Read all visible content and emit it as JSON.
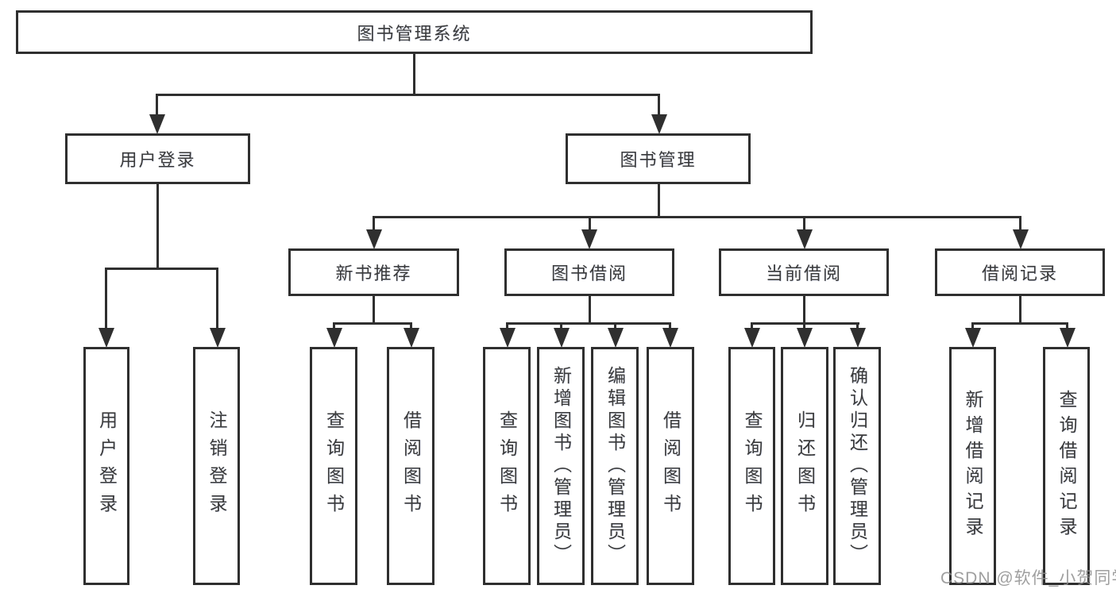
{
  "diagram": {
    "title": "图书管理系统",
    "nodes": {
      "root": {
        "label": "图书管理系统"
      },
      "user_login": {
        "label": "用户登录"
      },
      "book_management": {
        "label": "图书管理"
      },
      "new_book_recommend": {
        "label": "新书推荐"
      },
      "book_borrowing": {
        "label": "图书借阅"
      },
      "current_borrowing": {
        "label": "当前借阅"
      },
      "borrow_records": {
        "label": "借阅记录"
      },
      "leaf_user_login": {
        "label": "用户登录"
      },
      "leaf_logout": {
        "label": "注销登录"
      },
      "leaf_nb_query_books": {
        "label": "查询图书"
      },
      "leaf_nb_borrow_books": {
        "label": "借阅图书"
      },
      "leaf_bb_query_books": {
        "label": "查询图书"
      },
      "leaf_bb_add_books": {
        "label": "新增图书（管理员）"
      },
      "leaf_bb_edit_books": {
        "label": "编辑图书（管理员）"
      },
      "leaf_bb_borrow_books": {
        "label": "借阅图书"
      },
      "leaf_cb_query_books": {
        "label": "查询图书"
      },
      "leaf_cb_return_books": {
        "label": "归还图书"
      },
      "leaf_cb_confirm_return": {
        "label": "确认归还（管理员）"
      },
      "leaf_br_add_record": {
        "label": "新增借阅记录"
      },
      "leaf_br_query_record": {
        "label": "查询借阅记录"
      }
    },
    "watermark": "CSDN @软件_小贺同学",
    "colors": {
      "line": "#2f2f2f",
      "text": "#3b3b3b",
      "watermark": "#8e8e8e",
      "background": "#ffffff"
    }
  }
}
